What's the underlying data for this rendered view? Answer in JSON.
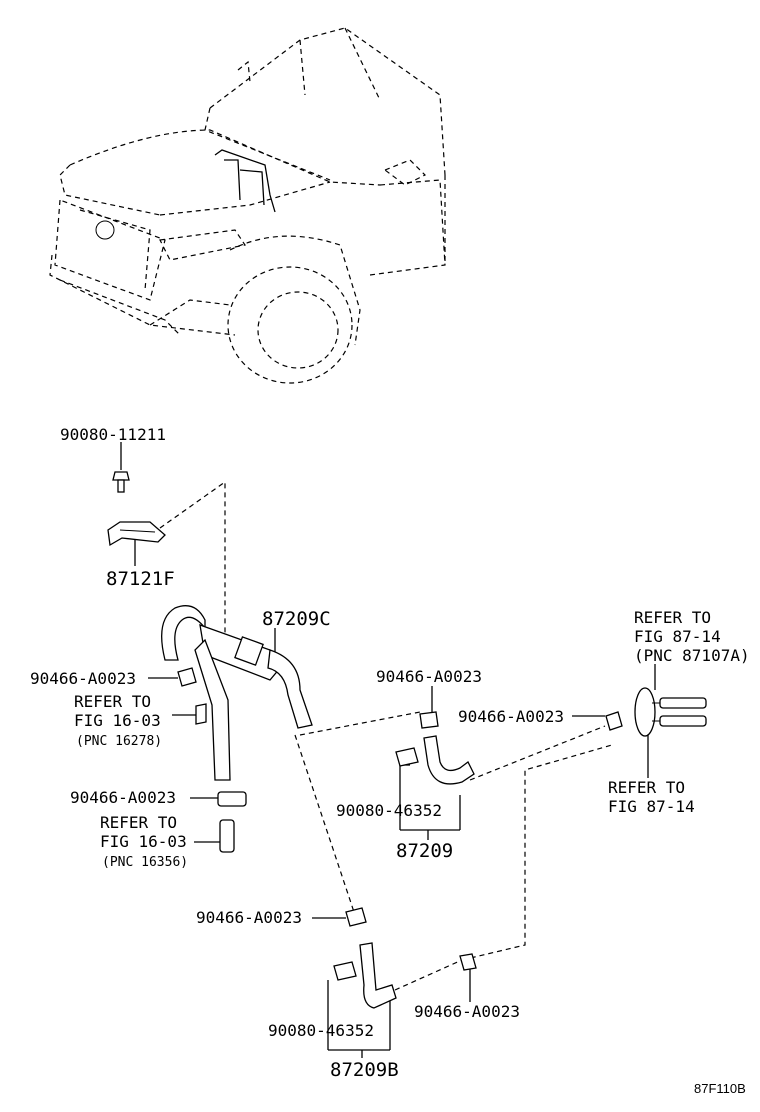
{
  "labels": {
    "bolt": "90080-11211",
    "bracket": "87121F",
    "hose_c": "87209C",
    "clamp_left_1": "90466-A0023",
    "refer_1603a_l1": "REFER TO",
    "refer_1603a_l2": "FIG 16-03",
    "refer_1603a_l3": "(PNC 16278)",
    "clamp_left_2": "90466-A0023",
    "refer_1603b_l1": "REFER TO",
    "refer_1603b_l2": "FIG 16-03",
    "refer_1603b_l3": "(PNC 16356)",
    "clamp_mid_top": "90466-A0023",
    "clamp_mid_right": "90466-A0023",
    "refer_8714a_l1": "REFER TO",
    "refer_8714a_l2": "FIG 87-14",
    "refer_8714a_l3": "(PNC 87107A)",
    "refer_8714b_l1": "REFER TO",
    "refer_8714b_l2": "FIG 87-14",
    "hose_tag_mid": "90080-46352",
    "hose_mid": "87209",
    "clamp_low_left": "90466-A0023",
    "clamp_low_right": "90466-A0023",
    "hose_tag_low": "90080-46352",
    "hose_b": "87209B",
    "figure_code": "87F110B"
  }
}
